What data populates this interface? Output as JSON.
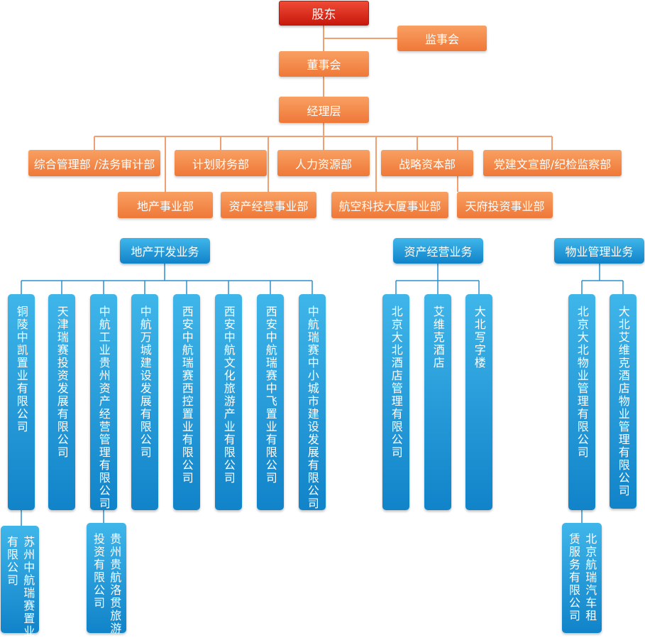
{
  "top": {
    "shareholders": "股东",
    "supervisors": "监事会",
    "board": "董事会",
    "management": "经理层"
  },
  "departments_row1": [
    "综合管理部 /法务审计部",
    "计划财务部",
    "人力资源部",
    "战略资本部",
    "党建文宣部/纪检监察部"
  ],
  "departments_row2": [
    "地产事业部",
    "资产经营事业部",
    "航空科技大厦事业部",
    "天府投资事业部"
  ],
  "business": {
    "real_estate": {
      "title": "地产开发业务",
      "companies": [
        "铜陵中凯置业有限公司",
        "天津瑞赛投资发展有限公司",
        "中航工业贵州资产经营管理有限公司",
        "中航万城建设发展有限公司",
        "西安中航瑞赛西控置业有限公司",
        "西安中航文化旅游产业有限公司",
        "西安中航瑞赛中飞置业有限公司",
        "中航瑞赛中小城市建设发展有限公司"
      ],
      "subsidiaries": [
        {
          "parent_index": 0,
          "lines": [
            "苏州中航瑞赛置业",
            "有限公司"
          ]
        },
        {
          "parent_index": 2,
          "lines": [
            "贵州贵航洛贯旅游",
            "投资有限公司"
          ]
        }
      ]
    },
    "asset_management": {
      "title": "资产经营业务",
      "companies": [
        "北京大北酒店管理有限公司",
        "艾维克酒店",
        "大北写字楼"
      ]
    },
    "property_management": {
      "title": "物业管理业务",
      "companies": [
        "北京大北物业管理有限公司",
        "大北艾维克酒店物业管理有限公司"
      ],
      "subsidiaries": [
        {
          "parent_index": 0,
          "lines": [
            "北京航瑞汽车租",
            "赁服务有限公司"
          ]
        }
      ]
    }
  },
  "colors": {
    "red": "#d92a1c",
    "orange": "#f28544",
    "blue": "#1a8fd2",
    "orange_line": "#f0a070",
    "blue_line": "#2a8fd0"
  }
}
